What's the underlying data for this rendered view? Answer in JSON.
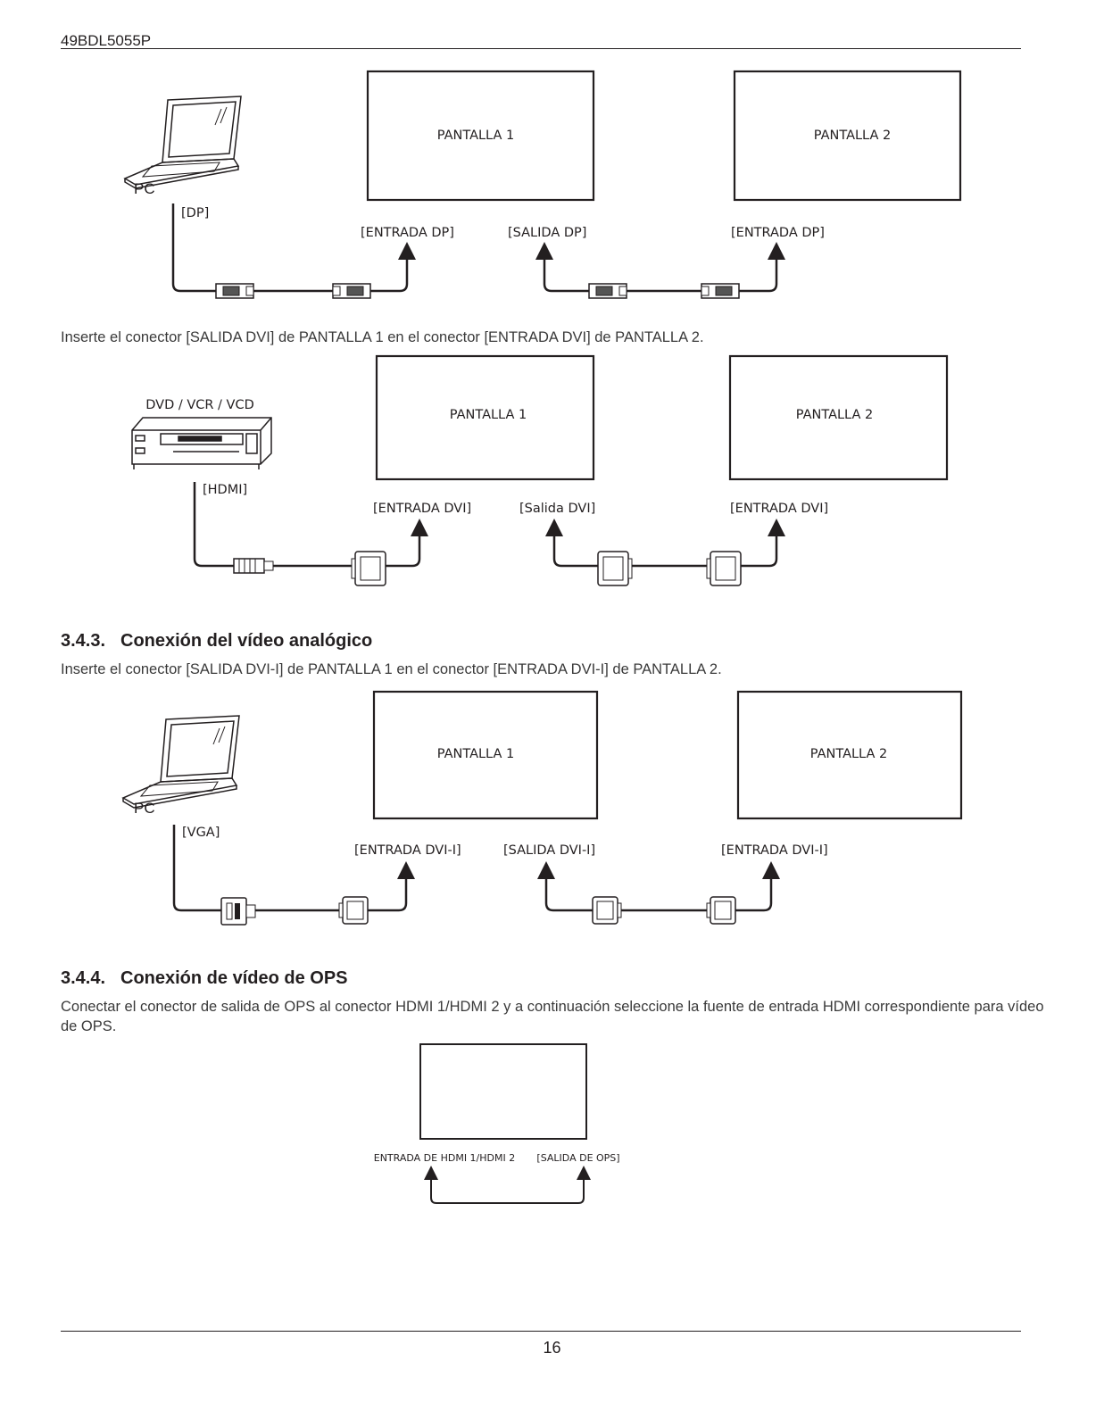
{
  "header": {
    "model": "49BDL5055P"
  },
  "diagram_dp": {
    "pc": "PC",
    "pc_port": "[DP]",
    "screen1": "PANTALLA 1",
    "screen2": "PANTALLA 2",
    "in1": "[ENTRADA DP]",
    "out1": "[SALIDA DP]",
    "in2": "[ENTRADA DP]"
  },
  "dvi_intro": "Inserte el conector [SALIDA DVI] de PANTALLA 1 en el conector [ENTRADA DVI] de PANTALLA 2.",
  "diagram_dvi": {
    "source": "DVD / VCR / VCD",
    "source_port": "[HDMI]",
    "screen1": "PANTALLA 1",
    "screen2": "PANTALLA 2",
    "in1": "[ENTRADA DVI]",
    "out1": "[Salida DVI]",
    "in2": "[ENTRADA DVI]"
  },
  "section_analog": {
    "number": "3.4.3.",
    "title": "Conexión del vídeo analógico",
    "text": "Inserte el conector [SALIDA DVI-I] de PANTALLA 1 en el conector [ENTRADA DVI-I] de PANTALLA 2."
  },
  "diagram_vga": {
    "pc": "PC",
    "pc_port": "[VGA]",
    "screen1": "PANTALLA 1",
    "screen2": "PANTALLA 2",
    "in1": "[ENTRADA DVI-I]",
    "out1": "[SALIDA DVI-I]",
    "in2": "[ENTRADA DVI-I]"
  },
  "section_ops": {
    "number": "3.4.4.",
    "title": "Conexión de vídeo de OPS",
    "text_line1": "Conectar el conector de salida de OPS al conector HDMI 1/HDMI 2 y a continuación seleccione la fuente de entrada HDMI correspondiente para vídeo",
    "text_line2": "de OPS."
  },
  "diagram_ops": {
    "in": "ENTRADA DE HDMI 1/HDMI 2",
    "out": "[SALIDA DE OPS]"
  },
  "footer": {
    "page": "16"
  }
}
